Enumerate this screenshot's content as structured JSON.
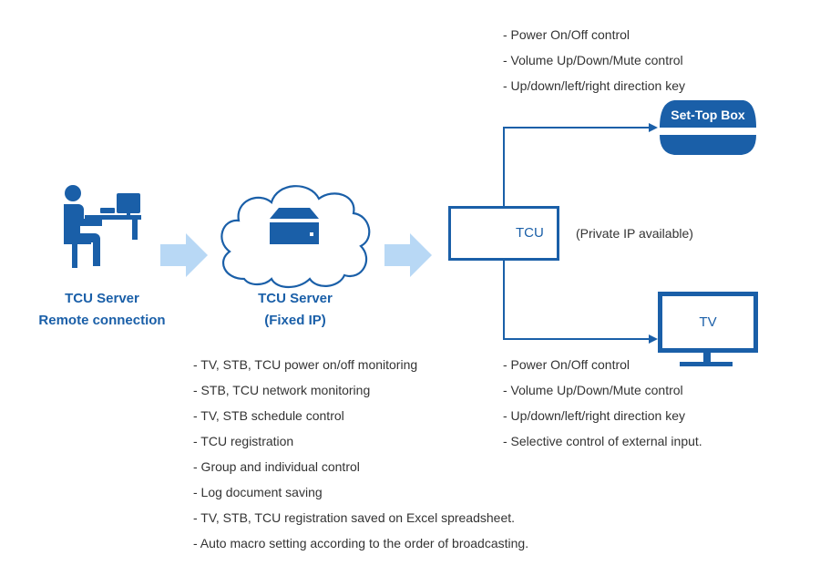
{
  "remote": {
    "line1": "TCU Server",
    "line2": "Remote connection",
    "icon": "workstation-user-icon"
  },
  "server": {
    "line1": "TCU Server",
    "line2": "(Fixed IP)",
    "icon": "cloud-server-icon"
  },
  "tcu": {
    "label": "TCU",
    "note": "(Private IP available)"
  },
  "stb": {
    "label": "Set-Top Box",
    "features": [
      "- Power On/Off control",
      "- Volume Up/Down/Mute control",
      "- Up/down/left/right direction key"
    ]
  },
  "tv": {
    "label": "TV",
    "features": [
      "- Power On/Off control",
      "- Volume Up/Down/Mute control",
      "- Up/down/left/right direction key",
      "- Selective control of external input."
    ]
  },
  "server_features": [
    "- TV, STB, TCU power on/off monitoring",
    "- STB, TCU network monitoring",
    "- TV, STB schedule control",
    "- TCU registration",
    "- Group and individual control",
    "- Log document saving",
    "- TV, STB, TCU registration saved on Excel spreadsheet.",
    "- Auto macro setting according to the order of broadcasting."
  ],
  "colors": {
    "primary": "#1a5fa8",
    "arrow": "#b8d8f5",
    "text": "#333333"
  }
}
